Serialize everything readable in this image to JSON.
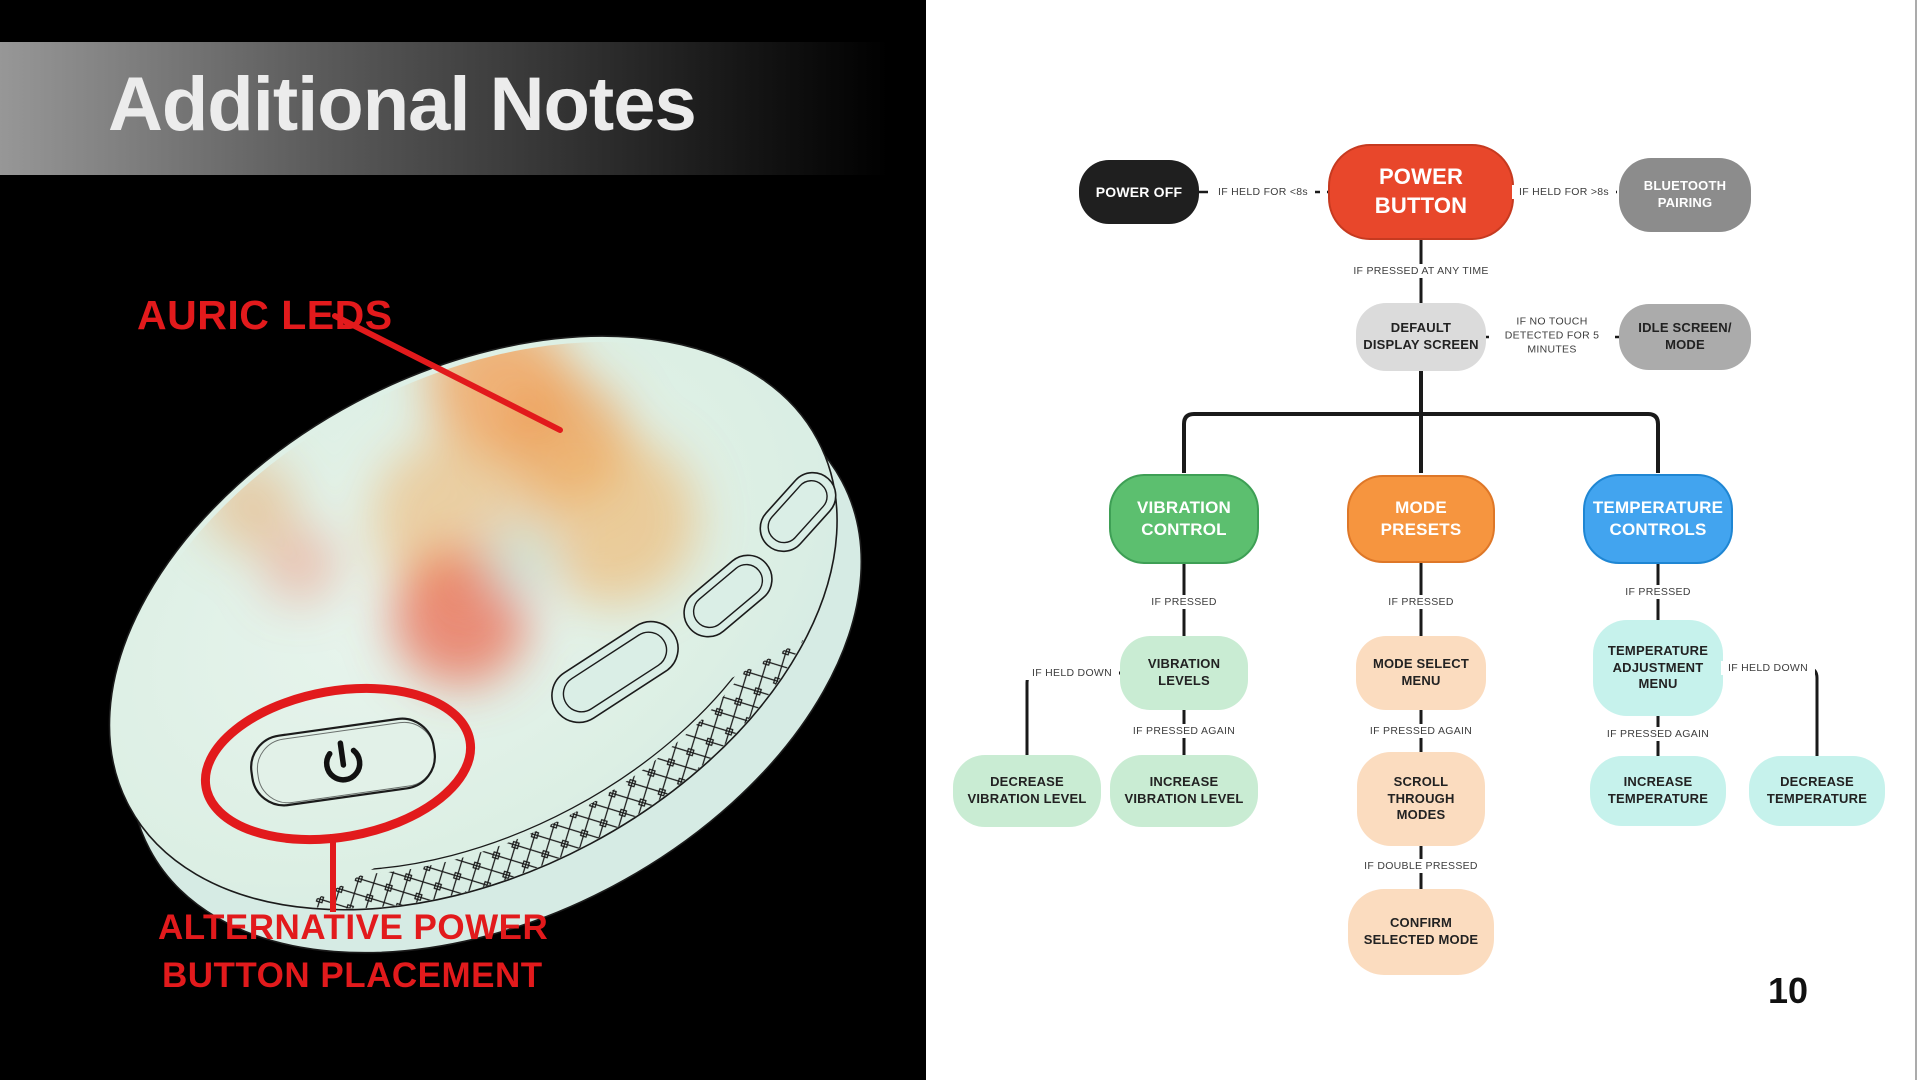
{
  "slide": {
    "page_number": "10"
  },
  "left_panel": {
    "title": "Additional Notes",
    "labels": {
      "auric_leds": "AURIC LEDS",
      "alt_power_line1": "ALTERNATIVE POWER",
      "alt_power_line2": "BUTTON PLACEMENT"
    },
    "colors": {
      "background": "#000000",
      "annotation_red": "#E21A1C",
      "device_body": "#DCEEE4"
    }
  },
  "flowchart": {
    "background": "#FFFFFF",
    "nodes": {
      "power_off": {
        "label": "POWER OFF",
        "color": "#1F1F1F"
      },
      "power_button": {
        "label": "POWER BUTTON",
        "color": "#E8472B"
      },
      "bluetooth_pairing": {
        "label": "BLUETOOTH PAIRING",
        "color": "#8C8C8C"
      },
      "default_display_screen": {
        "label": "DEFAULT DISPLAY SCREEN",
        "color": "#DBDBDB"
      },
      "idle_screen_mode": {
        "label": "IDLE SCREEN/ MODE",
        "color": "#ABABAB"
      },
      "vibration_control": {
        "label": "VIBRATION CONTROL",
        "color": "#5CBF6F"
      },
      "mode_presets": {
        "label": "MODE PRESETS",
        "color": "#F6953F"
      },
      "temperature_controls": {
        "label": "TEMPERATURE CONTROLS",
        "color": "#42A4EF"
      },
      "vibration_levels": {
        "label": "VIBRATION LEVELS",
        "color": "#C9ECD3"
      },
      "mode_select_menu": {
        "label": "MODE SELECT MENU",
        "color": "#FBDCBF"
      },
      "temperature_adjustment_menu": {
        "label": "TEMPERATURE ADJUSTMENT MENU",
        "color": "#C6F2EC"
      },
      "decrease_vibration_level": {
        "label": "DECREASE VIBRATION LEVEL",
        "color": "#C9ECD3"
      },
      "increase_vibration_level": {
        "label": "INCREASE VIBRATION LEVEL",
        "color": "#C9ECD3"
      },
      "scroll_through_modes": {
        "label": "SCROLL THROUGH MODES",
        "color": "#FBDCBF"
      },
      "increase_temperature": {
        "label": "INCREASE TEMPERATURE",
        "color": "#C6F2EC"
      },
      "decrease_temperature": {
        "label": "DECREASE TEMPERATURE",
        "color": "#C6F2EC"
      },
      "confirm_selected_mode": {
        "label": "CONFIRM SELECTED MODE",
        "color": "#FBDCBF"
      }
    },
    "edge_labels": {
      "held_lt8": "IF HELD FOR <8s",
      "held_gt8": "IF HELD FOR >8s",
      "pressed_any_time": "IF PRESSED AT ANY TIME",
      "no_touch": "IF NO TOUCH DETECTED FOR 5 MINUTES",
      "pressed": "IF PRESSED",
      "pressed_again": "IF PRESSED AGAIN",
      "held_down": "IF HELD DOWN",
      "double_pressed": "IF DOUBLE PRESSED"
    }
  }
}
